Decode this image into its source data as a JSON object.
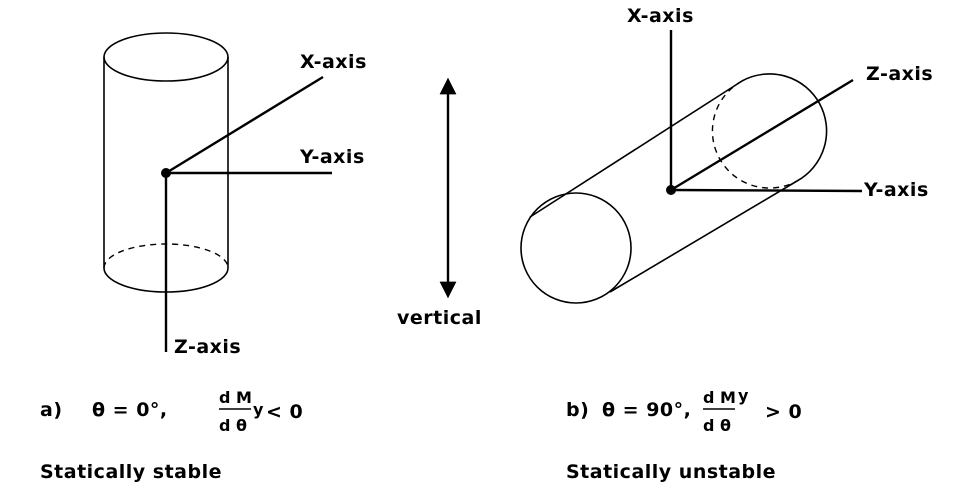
{
  "left": {
    "x_axis_label": "X-axis",
    "y_axis_label": "Y-axis",
    "z_axis_label": "Z-axis",
    "caption_prefix": "a)",
    "caption_condition": "θ = 0°,",
    "frac_num": "d M",
    "frac_sub": "y",
    "frac_den": "d θ",
    "caption_relation": "< 0",
    "stability": "Statically stable"
  },
  "middle": {
    "vertical_label": "vertical"
  },
  "right": {
    "x_axis_label": "X-axis",
    "y_axis_label": "Y-axis",
    "z_axis_label": "Z-axis",
    "caption_prefix": "b)",
    "caption_condition": "θ = 90°,",
    "frac_num": "d M",
    "frac_sub": "y",
    "frac_den": "d θ",
    "caption_relation": "> 0",
    "stability": "Statically unstable"
  }
}
